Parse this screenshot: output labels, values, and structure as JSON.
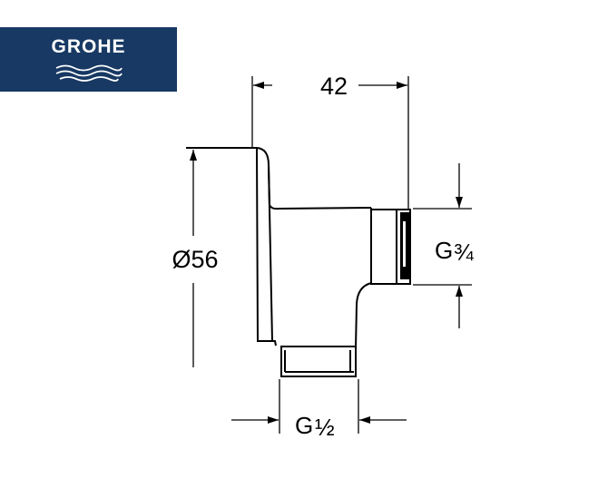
{
  "logo": {
    "text": "GROHE",
    "color": "#173963"
  },
  "dimensions": {
    "width": "42",
    "diameter": "Ø56",
    "outlet_thread": "G",
    "outlet_size": "¾",
    "inlet_thread": "G",
    "inlet_size": "½"
  }
}
